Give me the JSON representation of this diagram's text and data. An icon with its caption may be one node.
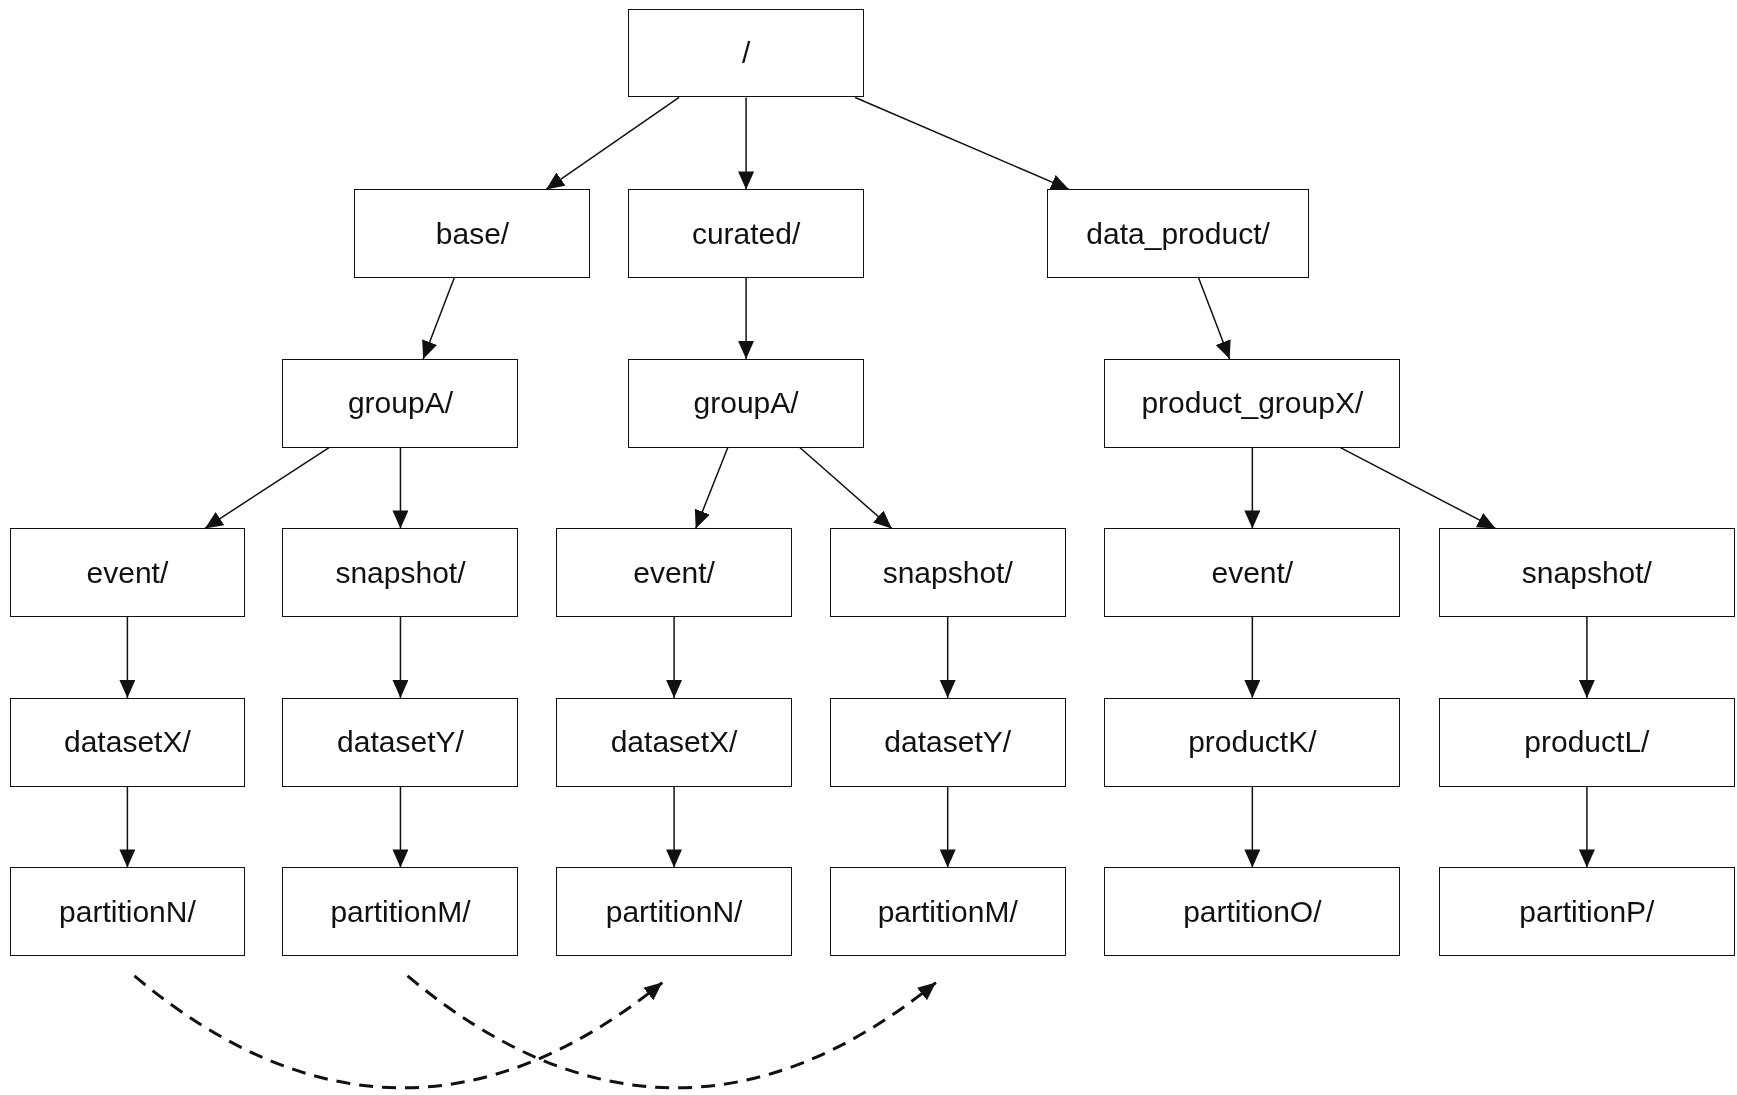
{
  "diagram": {
    "nodes": [
      {
        "text": [
          "/"
        ]
      },
      {
        "text": [
          "base/"
        ]
      },
      {
        "text": [
          "curated/"
        ]
      },
      {
        "text": [
          "data_product/"
        ]
      },
      {
        "text": [
          "groupA/"
        ]
      },
      {
        "text": [
          "groupA/"
        ]
      },
      {
        "text": [
          "product_groupX/"
        ]
      },
      {
        "text": [
          "event/"
        ]
      },
      {
        "text": [
          "snapshot/"
        ]
      },
      {
        "text": [
          "event/"
        ]
      },
      {
        "text": [
          "snapshot/"
        ]
      },
      {
        "text": [
          "event/"
        ]
      },
      {
        "text": [
          "snapshot/"
        ]
      },
      {
        "text": [
          "datasetX/"
        ]
      },
      {
        "text": [
          "datasetY/"
        ]
      },
      {
        "text": [
          "datasetX/"
        ]
      },
      {
        "text": [
          "datasetY/"
        ]
      },
      {
        "text": [
          "productK/"
        ]
      },
      {
        "text": [
          "productL/"
        ]
      },
      {
        "text": [
          "partitionN/"
        ]
      },
      {
        "text": [
          "partitionM/"
        ]
      },
      {
        "text": [
          "partitionN/"
        ]
      },
      {
        "text": [
          "partitionM/"
        ]
      },
      {
        "text": [
          "partitionO/"
        ]
      },
      {
        "text": [
          "partitionP/"
        ]
      }
    ],
    "edges": [
      {
        "from": 0,
        "to": 1,
        "arrow": "to"
      },
      {
        "from": 0,
        "to": 2,
        "arrow": "to"
      },
      {
        "from": 0,
        "to": 3,
        "arrow": "to"
      },
      {
        "from": 1,
        "to": 4,
        "arrow": "to"
      },
      {
        "from": 2,
        "to": 5,
        "arrow": "to"
      },
      {
        "from": 3,
        "to": 6,
        "arrow": "to"
      },
      {
        "from": 4,
        "to": 7,
        "arrow": "to"
      },
      {
        "from": 4,
        "to": 8,
        "arrow": "to"
      },
      {
        "from": 5,
        "to": 9,
        "arrow": "to"
      },
      {
        "from": 5,
        "to": 10,
        "arrow": "to"
      },
      {
        "from": 6,
        "to": 11,
        "arrow": "to"
      },
      {
        "from": 6,
        "to": 12,
        "arrow": "to"
      },
      {
        "from": 7,
        "to": 13,
        "arrow": "to"
      },
      {
        "from": 8,
        "to": 14,
        "arrow": "to"
      },
      {
        "from": 9,
        "to": 15,
        "arrow": "to"
      },
      {
        "from": 10,
        "to": 16,
        "arrow": "to"
      },
      {
        "from": 11,
        "to": 17,
        "arrow": "to"
      },
      {
        "from": 12,
        "to": 18,
        "arrow": "to"
      },
      {
        "from": 13,
        "to": 19,
        "arrow": "to"
      },
      {
        "from": 14,
        "to": 20,
        "arrow": "to"
      },
      {
        "from": 15,
        "to": 21,
        "arrow": "to"
      },
      {
        "from": 16,
        "to": 22,
        "arrow": "to"
      },
      {
        "from": 17,
        "to": 23,
        "arrow": "to"
      },
      {
        "from": 18,
        "to": 24,
        "arrow": "to"
      },
      {
        "from": 19,
        "to": 21,
        "arrow": "to",
        "style": "dashed"
      },
      {
        "from": 20,
        "to": 22,
        "arrow": "to",
        "style": "dashed"
      }
    ]
  }
}
